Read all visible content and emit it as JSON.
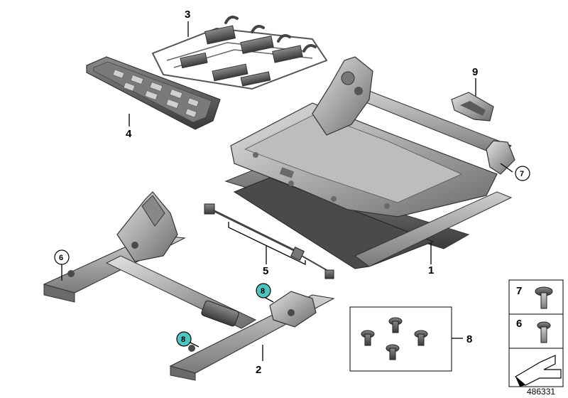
{
  "diagram": {
    "colors": {
      "metal_dark": "#5a5a5a",
      "metal_mid": "#9a9a9a",
      "metal_light": "#d6d6d6",
      "highlight_teal": "#4ec3bf",
      "callout_border": "#000000"
    },
    "callouts": {
      "p1": "1",
      "p2": "2",
      "p3": "3",
      "p4": "4",
      "p5": "5",
      "p6": "6",
      "p7": "7",
      "p8": "8",
      "p9": "9"
    },
    "legend": {
      "item7": "7",
      "item6": "6"
    },
    "diagram_id": "486331"
  }
}
